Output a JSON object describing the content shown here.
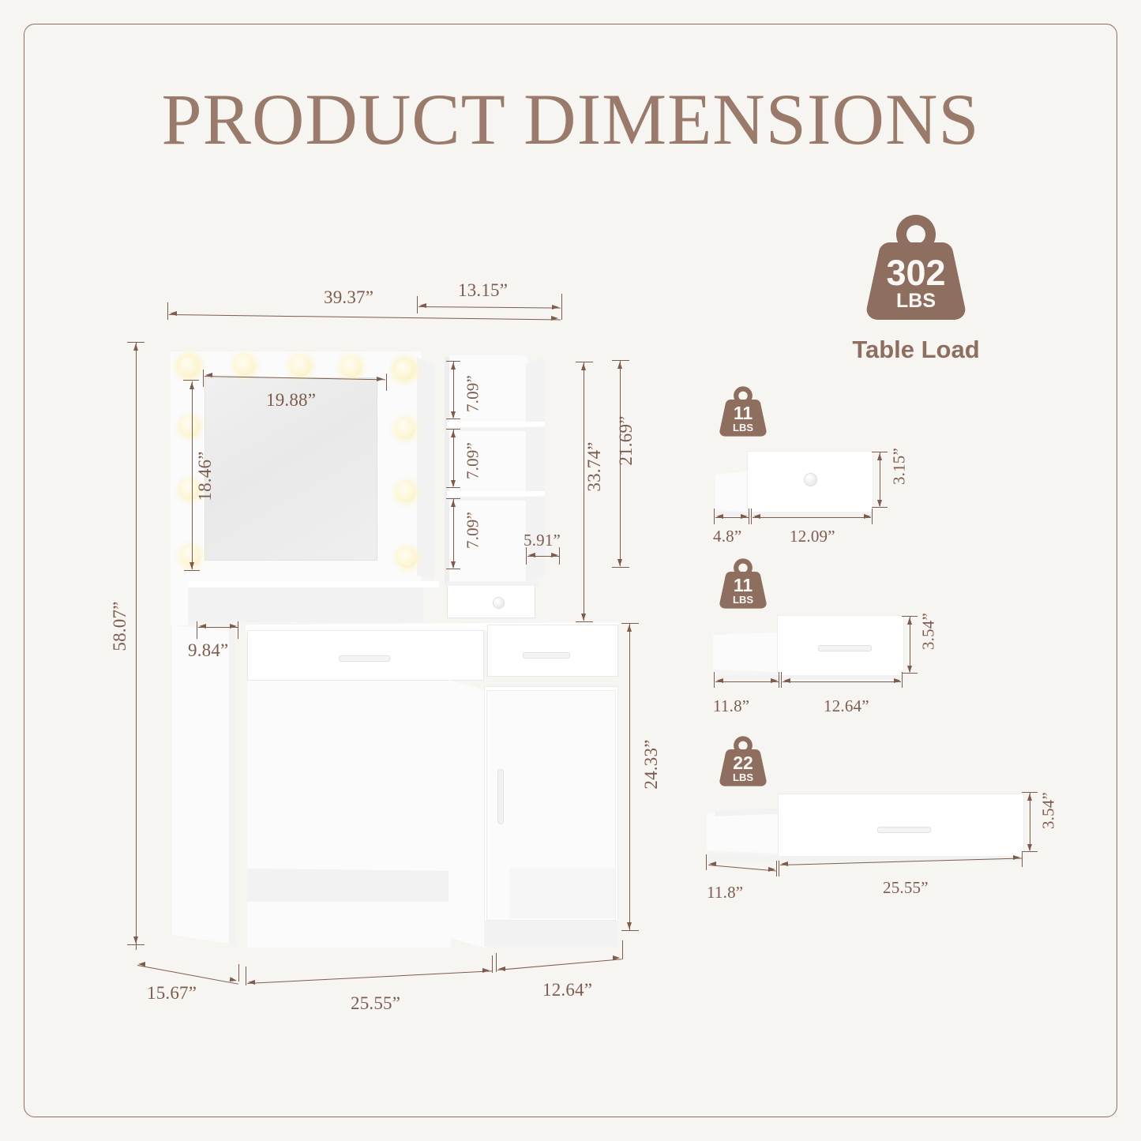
{
  "page": {
    "title": "PRODUCT DIMENSIONS",
    "background_color": "#f7f5f2",
    "accent_color": "#8d6e5f",
    "dimension_text_color": "#7d5c4d"
  },
  "main_product": {
    "name": "vanity-desk-with-lighted-mirror",
    "dimensions": {
      "top_total_width": "39.37”",
      "top_right_section_width": "13.15”",
      "mirror_width": "19.88”",
      "mirror_height": "18.46”",
      "shelf_slot_1_height": "7.09”",
      "shelf_slot_2_height": "7.09”",
      "shelf_slot_3_height": "7.09”",
      "shelf_depth": "5.91”",
      "hutch_total_height": "33.74”",
      "mirror_panel_height": "21.69”",
      "overall_height": "58.07”",
      "side_panel_thickness": "9.84”",
      "desk_height": "24.33”",
      "base_left_depth": "15.67”",
      "base_center_width": "25.55”",
      "base_right_width": "12.64”"
    }
  },
  "table_load": {
    "value": "302",
    "unit": "LBS",
    "caption": "Table Load",
    "icon": "weight-icon"
  },
  "components": [
    {
      "id": "small-drawer",
      "weight_value": "11",
      "weight_unit": "LBS",
      "icon": "weight-icon",
      "dim_depth": "4.8”",
      "dim_width": "12.09”",
      "dim_height": "3.15”",
      "handle": "round-knob"
    },
    {
      "id": "side-drawer",
      "weight_value": "11",
      "weight_unit": "LBS",
      "icon": "weight-icon",
      "dim_depth": "11.8”",
      "dim_width": "12.64”",
      "dim_height": "3.54”",
      "handle": "bar-pull"
    },
    {
      "id": "large-drawer",
      "weight_value": "22",
      "weight_unit": "LBS",
      "icon": "weight-icon",
      "dim_depth": "11.8”",
      "dim_width": "25.55”",
      "dim_height": "3.54”",
      "handle": "bar-pull"
    }
  ]
}
